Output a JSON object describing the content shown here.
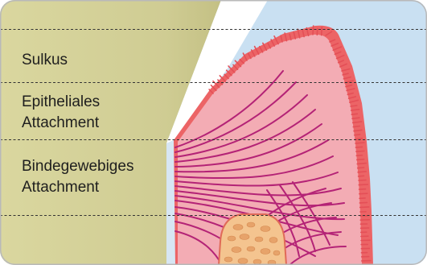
{
  "zones": {
    "sulkus": "Sulkus",
    "epithelial": "Epitheliales\nAttachment",
    "connective": "Bindegewebiges\nAttachment"
  },
  "colors": {
    "tooth": "#c9c68c",
    "background_blue": "#c9e0f2",
    "gingiva": "#f2aab2",
    "epithelium_edge": "#e95a5a",
    "fibers": "#b8237a",
    "bone": "#f3c38f",
    "divider": "#333333"
  }
}
